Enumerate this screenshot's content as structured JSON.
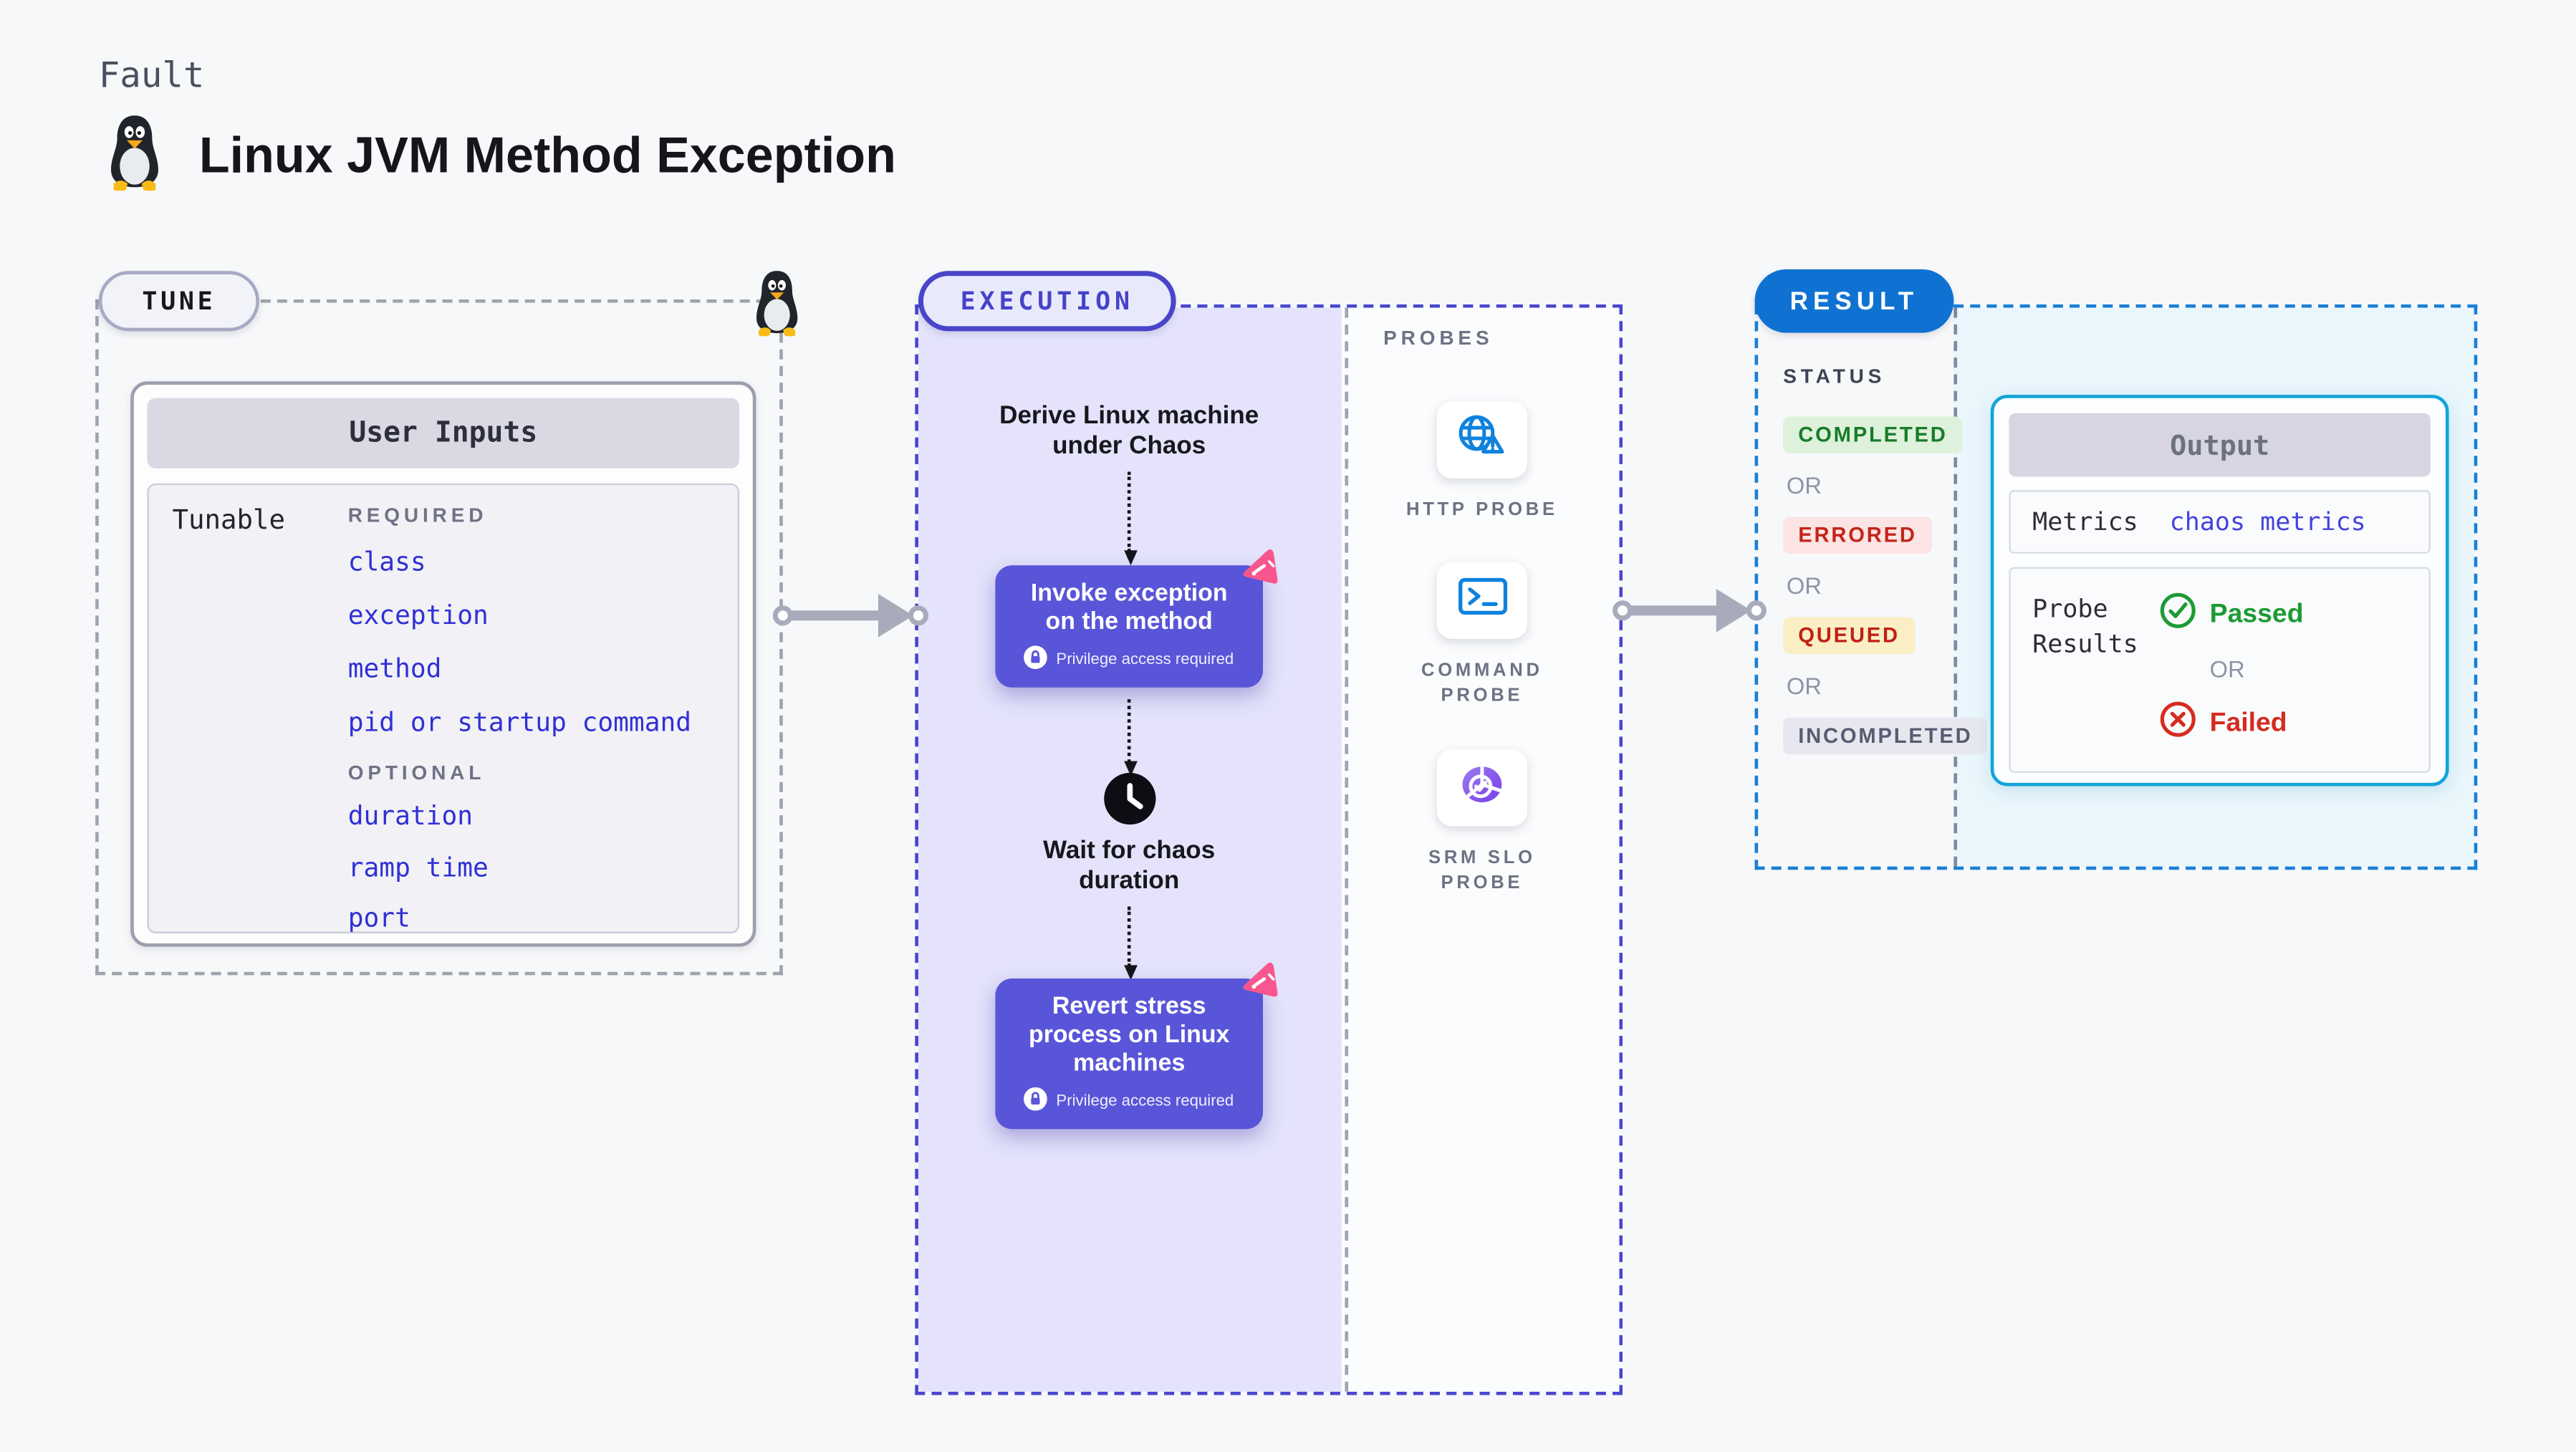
{
  "header": {
    "eyebrow": "Fault",
    "title": "Linux JVM Method Exception"
  },
  "tune": {
    "badge": "TUNE",
    "table_header": "User Inputs",
    "row_label": "Tunable",
    "required_label": "REQUIRED",
    "required_items": [
      "class",
      "exception",
      "method",
      "pid or startup command"
    ],
    "optional_label": "OPTIONAL",
    "optional_items": [
      "duration",
      "ramp time",
      "port"
    ]
  },
  "execution": {
    "badge": "EXECUTION",
    "step1": {
      "line1": "Derive Linux machine",
      "line2": "under Chaos"
    },
    "step2": {
      "line1": "Invoke exception",
      "line2": "on the method",
      "note": "Privilege access required"
    },
    "step3": {
      "line1": "Wait for chaos",
      "line2": "duration"
    },
    "step4": {
      "line1": "Revert stress",
      "line2": "process on Linux",
      "line3": "machines",
      "note": "Privilege access required"
    }
  },
  "probes": {
    "label": "PROBES",
    "items": [
      {
        "name": "HTTP PROBE",
        "icon": "globe-alert-icon"
      },
      {
        "name": "COMMAND PROBE",
        "icon": "terminal-icon"
      },
      {
        "name": "SRM SLO PROBE",
        "icon": "slo-gauge-icon"
      }
    ]
  },
  "result": {
    "badge": "RESULT",
    "status_label": "STATUS",
    "or_label": "OR",
    "statuses": [
      {
        "label": "COMPLETED",
        "fg": "#177C2A",
        "bg": "#DEF1DA"
      },
      {
        "label": "ERRORED",
        "fg": "#C4241A",
        "bg": "#FCE4E4"
      },
      {
        "label": "QUEUED",
        "fg": "#BF2015",
        "bg": "#FAEEC5"
      },
      {
        "label": "INCOMPLETED",
        "fg": "#565D72",
        "bg": "#E7E8EF"
      }
    ],
    "output": {
      "title": "Output",
      "metrics_label": "Metrics",
      "metrics_value": "chaos metrics",
      "probe_results_label": "Probe Results",
      "passed_label": "Passed",
      "or_label": "OR",
      "failed_label": "Failed"
    }
  },
  "colors": {
    "page_bg": "#F7F8FA",
    "execution_fill": "#E4E3FB",
    "execution_border": "#4947CD",
    "step_purple": "#5955D8",
    "chaos_pink": "#F8568E",
    "probe_blue": "#0E82DD",
    "srm_purple": "#8250E8",
    "result_blue": "#0F72D2",
    "result_cyan_fill": "#E9F6FC",
    "output_border": "#14A3DA",
    "link_blue": "#3030D4",
    "passed_green": "#1D9A34",
    "failed_red": "#D62B1F",
    "arrow_gray": "#A8ABBA"
  }
}
